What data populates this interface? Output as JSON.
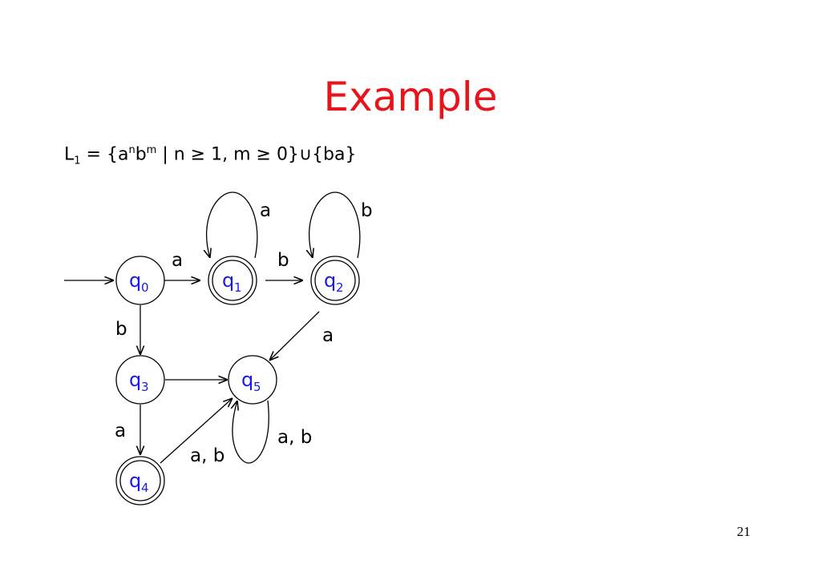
{
  "slide": {
    "title": "Example",
    "page_number": "21"
  },
  "language": {
    "lhs": "L",
    "lhs_sub": "1",
    "eq_open": " = {a",
    "sup_n": "n",
    "b": "b",
    "sup_m": "m",
    "conditions": " | n ≥ 1, m ≥ 0}∪{ba}"
  },
  "states": [
    {
      "id": "q0",
      "label": "q",
      "sub": "0",
      "accepting": false,
      "start": true
    },
    {
      "id": "q1",
      "label": "q",
      "sub": "1",
      "accepting": true,
      "start": false
    },
    {
      "id": "q2",
      "label": "q",
      "sub": "2",
      "accepting": true,
      "start": false
    },
    {
      "id": "q3",
      "label": "q",
      "sub": "3",
      "accepting": false,
      "start": false
    },
    {
      "id": "q4",
      "label": "q",
      "sub": "4",
      "accepting": true,
      "start": false
    },
    {
      "id": "q5",
      "label": "q",
      "sub": "5",
      "accepting": false,
      "start": false
    }
  ],
  "transitions": [
    {
      "from": "q0",
      "to": "q1",
      "label": "a"
    },
    {
      "from": "q1",
      "to": "q1",
      "label": "a"
    },
    {
      "from": "q1",
      "to": "q2",
      "label": "b"
    },
    {
      "from": "q2",
      "to": "q2",
      "label": "b"
    },
    {
      "from": "q0",
      "to": "q3",
      "label": "b"
    },
    {
      "from": "q2",
      "to": "q5",
      "label": "a"
    },
    {
      "from": "q3",
      "to": "q5",
      "label": ""
    },
    {
      "from": "q3",
      "to": "q4",
      "label": "a"
    },
    {
      "from": "q4",
      "to": "q5",
      "label": "a, b"
    },
    {
      "from": "q5",
      "to": "q5",
      "label": "a, b"
    }
  ]
}
